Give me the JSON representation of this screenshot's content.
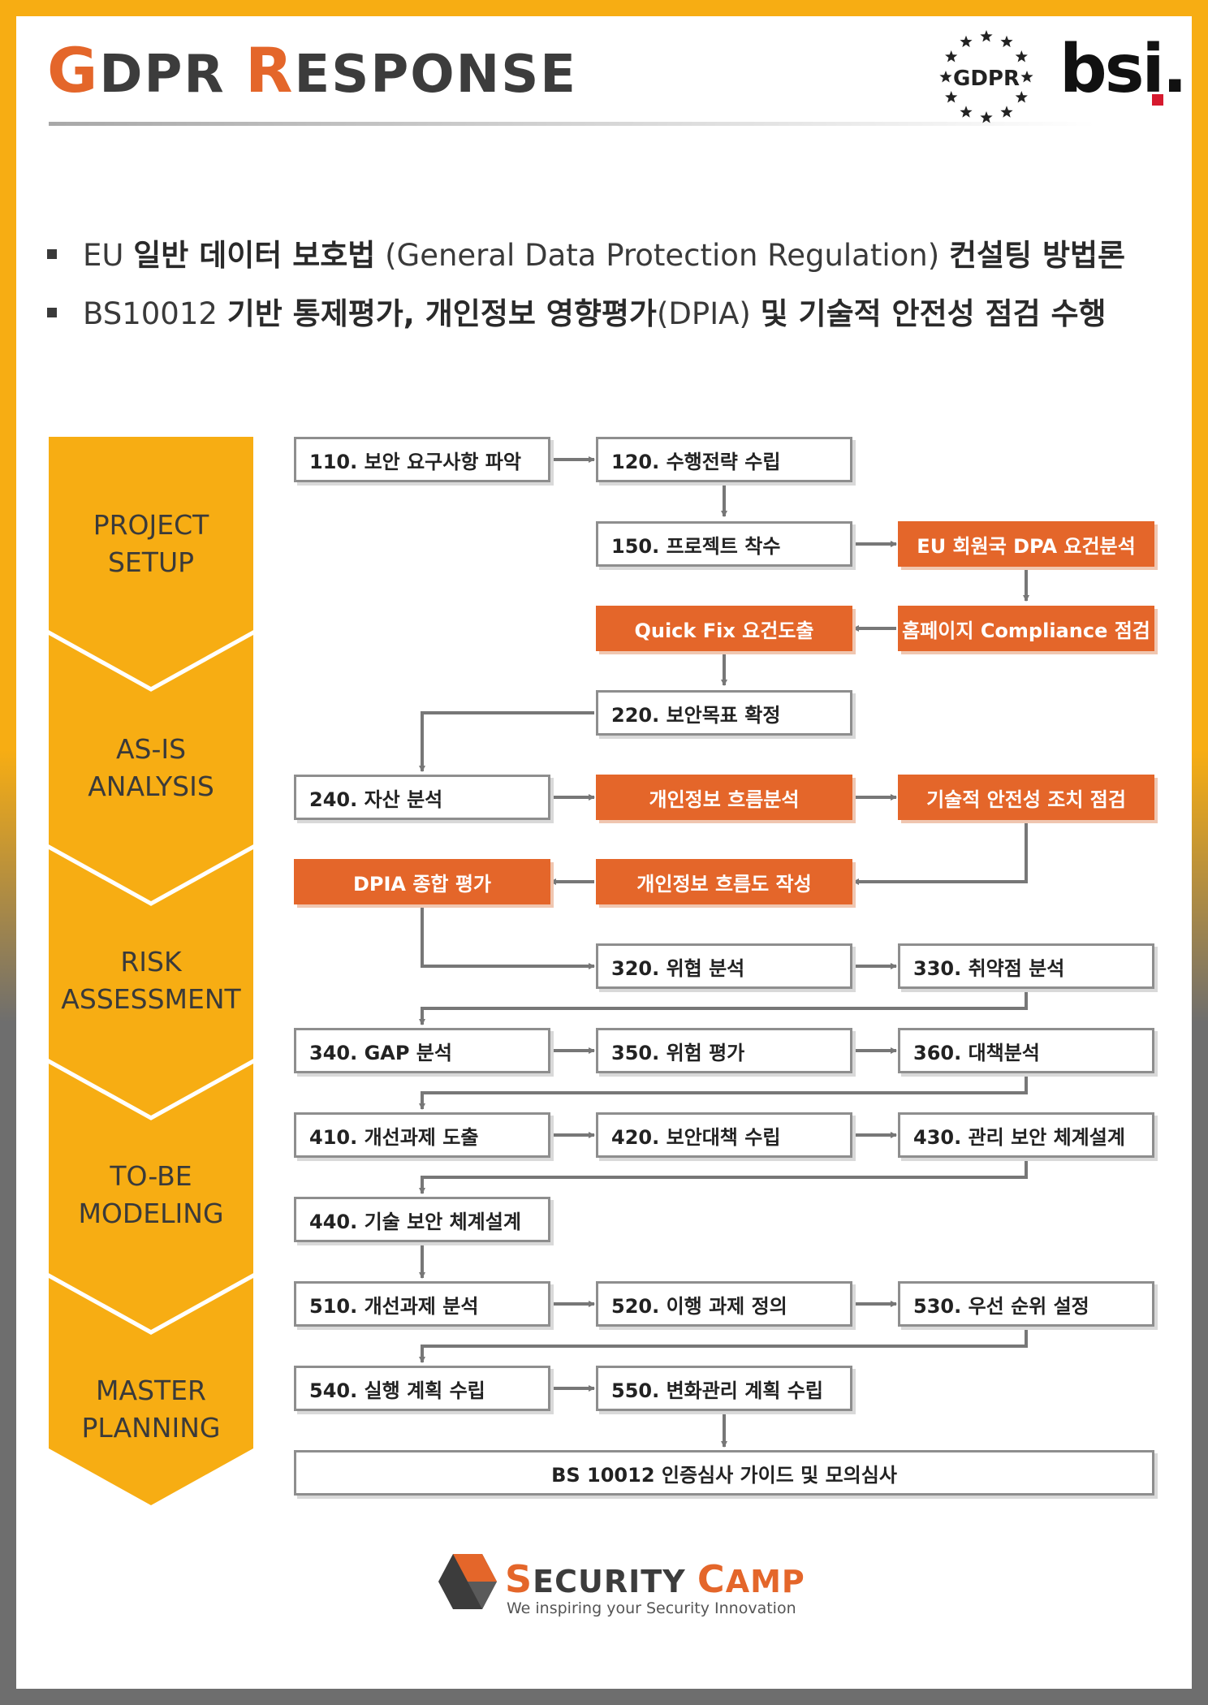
{
  "header": {
    "title": "GDPR RESPONSE",
    "title_parts": [
      "G",
      "DPR ",
      "R",
      "ESPONSE"
    ],
    "gdpr_badge": "GDPR",
    "bsi_logo": "bsi.",
    "accent_color": "#e4662a",
    "phase_color": "#f7ad13"
  },
  "bullets": [
    [
      "EU ",
      "일반 데이터 보호법",
      " (General Data Protection Regulation) ",
      "컨설팅 방법론"
    ],
    [
      "BS10012 ",
      "기반 통제평가, 개인정보 영향평가",
      "(DPIA) ",
      "및 기술적 안전성 점검 수행"
    ]
  ],
  "phases": [
    {
      "line1": "PROJECT",
      "line2": "SETUP"
    },
    {
      "line1": "AS-IS",
      "line2": "ANALYSIS"
    },
    {
      "line1": "RISK",
      "line2": "ASSESSMENT"
    },
    {
      "line1": "TO-BE",
      "line2": "MODELING"
    },
    {
      "line1": "MASTER",
      "line2": "PLANNING"
    }
  ],
  "steps": {
    "s110": "110. 보안 요구사항 파악",
    "s120": "120. 수행전략 수립",
    "s150": "150. 프로젝트 착수",
    "eu_dpa": "EU 회원국 DPA 요건분석",
    "homepage": "홈페이지 Compliance 점검",
    "quickfix": "Quick Fix 요건도출",
    "s220": "220. 보안목표 확정",
    "s240": "240. 자산 분석",
    "pi_flow_analysis": "개인정보 흐름분석",
    "tech_check": "기술적 안전성 조치 점검",
    "pi_flow_chart": "개인정보 흐름도 작성",
    "dpia": "DPIA 종합 평가",
    "s320": "320. 위협 분석",
    "s330": "330. 취약점 분석",
    "s340": "340. GAP 분석",
    "s350": "350. 위험 평가",
    "s360": "360. 대책분석",
    "s410": "410. 개선과제 도출",
    "s420": "420. 보안대책 수립",
    "s430": "430. 관리 보안 체계설계",
    "s440": "440. 기술 보안 체계설계",
    "s510": "510. 개선과제 분석",
    "s520": "520. 이행 과제 정의",
    "s530": "530. 우선 순위 설정",
    "s540": "540. 실행 계획 수립",
    "s550": "550. 변화관리 계획 수립",
    "bs10012": "BS 10012 인증심사 가이드 및 모의심사"
  },
  "footer": {
    "name_parts": [
      "S",
      "ECURITY ",
      "C",
      "AMP"
    ],
    "tagline": "We inspiring your Security Innovation"
  }
}
